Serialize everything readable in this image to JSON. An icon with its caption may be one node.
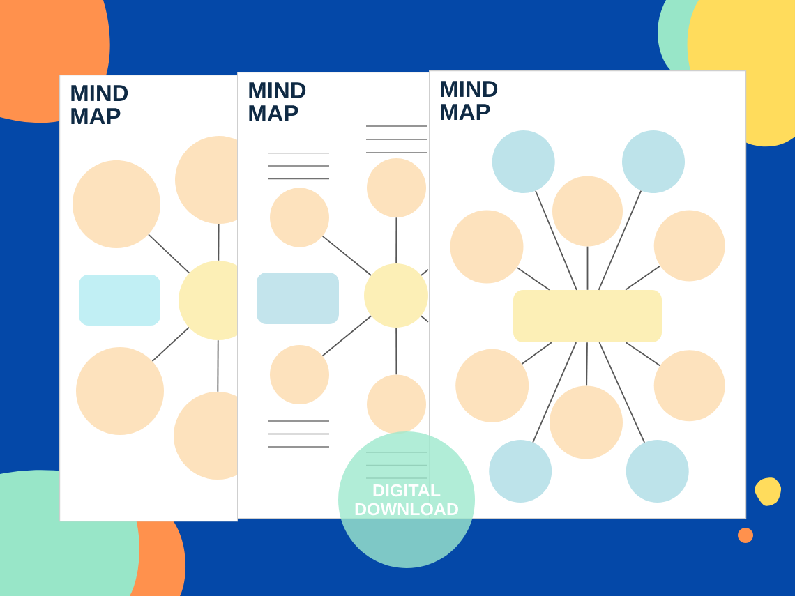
{
  "diagram": {
    "nodes": [
      {
        "text": [
          "MIND MAP"
        ]
      },
      {
        "text": [],
        "shape": "circle",
        "in": 0
      },
      {
        "text": [],
        "shape": "circle",
        "in": 0
      },
      {
        "text": [],
        "shape": "box",
        "in": 0
      },
      {
        "text": [],
        "shape": "circle",
        "in": 0
      },
      {
        "text": [],
        "shape": "circle",
        "in": 0
      },
      {
        "text": [],
        "shape": "circle",
        "in": 0
      },
      {
        "text": [
          "MIND MAP"
        ]
      },
      {
        "text": [],
        "shape": "circle",
        "in": 7
      },
      {
        "text": [],
        "shape": "circle",
        "in": 7
      },
      {
        "text": [],
        "shape": "box",
        "in": 7
      },
      {
        "text": [],
        "shape": "circle",
        "in": 7
      },
      {
        "text": [],
        "shape": "circle",
        "in": 7
      },
      {
        "text": [],
        "shape": "circle",
        "in": 7
      },
      {
        "text": [
          "MIND MAP"
        ]
      },
      {
        "text": [],
        "shape": "circle",
        "in": 14
      },
      {
        "text": [],
        "shape": "circle",
        "in": 14
      },
      {
        "text": [],
        "shape": "circle",
        "in": 14
      },
      {
        "text": [],
        "shape": "circle",
        "in": 14
      },
      {
        "text": [],
        "shape": "circle",
        "in": 14
      },
      {
        "text": [],
        "shape": "box",
        "in": 14
      },
      {
        "text": [],
        "shape": "circle",
        "in": 14
      },
      {
        "text": [],
        "shape": "circle",
        "in": 14
      },
      {
        "text": [],
        "shape": "circle",
        "in": 14
      },
      {
        "text": [],
        "shape": "circle",
        "in": 14
      },
      {
        "text": [],
        "shape": "circle",
        "in": 14
      },
      {
        "text": [
          "DIGITAL DOWNLOAD"
        ]
      }
    ],
    "edges": [
      {
        "from": 4,
        "to": 1,
        "arrow": "none"
      },
      {
        "from": 4,
        "to": 2,
        "arrow": "none"
      },
      {
        "from": 4,
        "to": 5,
        "arrow": "none"
      },
      {
        "from": 4,
        "to": 6,
        "arrow": "none"
      },
      {
        "from": 11,
        "to": 8,
        "arrow": "none"
      },
      {
        "from": 11,
        "to": 9,
        "arrow": "none"
      },
      {
        "from": 11,
        "to": 12,
        "arrow": "none"
      },
      {
        "from": 11,
        "to": 13,
        "arrow": "none"
      },
      {
        "from": 11,
        "to": null,
        "arrow": "none"
      },
      {
        "from": 11,
        "to": null,
        "arrow": "none"
      },
      {
        "from": 20,
        "to": 15,
        "arrow": "none"
      },
      {
        "from": 20,
        "to": 16,
        "arrow": "none"
      },
      {
        "from": 20,
        "to": 17,
        "arrow": "none"
      },
      {
        "from": 20,
        "to": 18,
        "arrow": "none"
      },
      {
        "from": 20,
        "to": 19,
        "arrow": "none"
      },
      {
        "from": 20,
        "to": 21,
        "arrow": "none"
      },
      {
        "from": 20,
        "to": 22,
        "arrow": "none"
      },
      {
        "from": 20,
        "to": 23,
        "arrow": "none"
      },
      {
        "from": 20,
        "to": 24,
        "arrow": "none"
      },
      {
        "from": 20,
        "to": 25,
        "arrow": "none"
      }
    ]
  }
}
